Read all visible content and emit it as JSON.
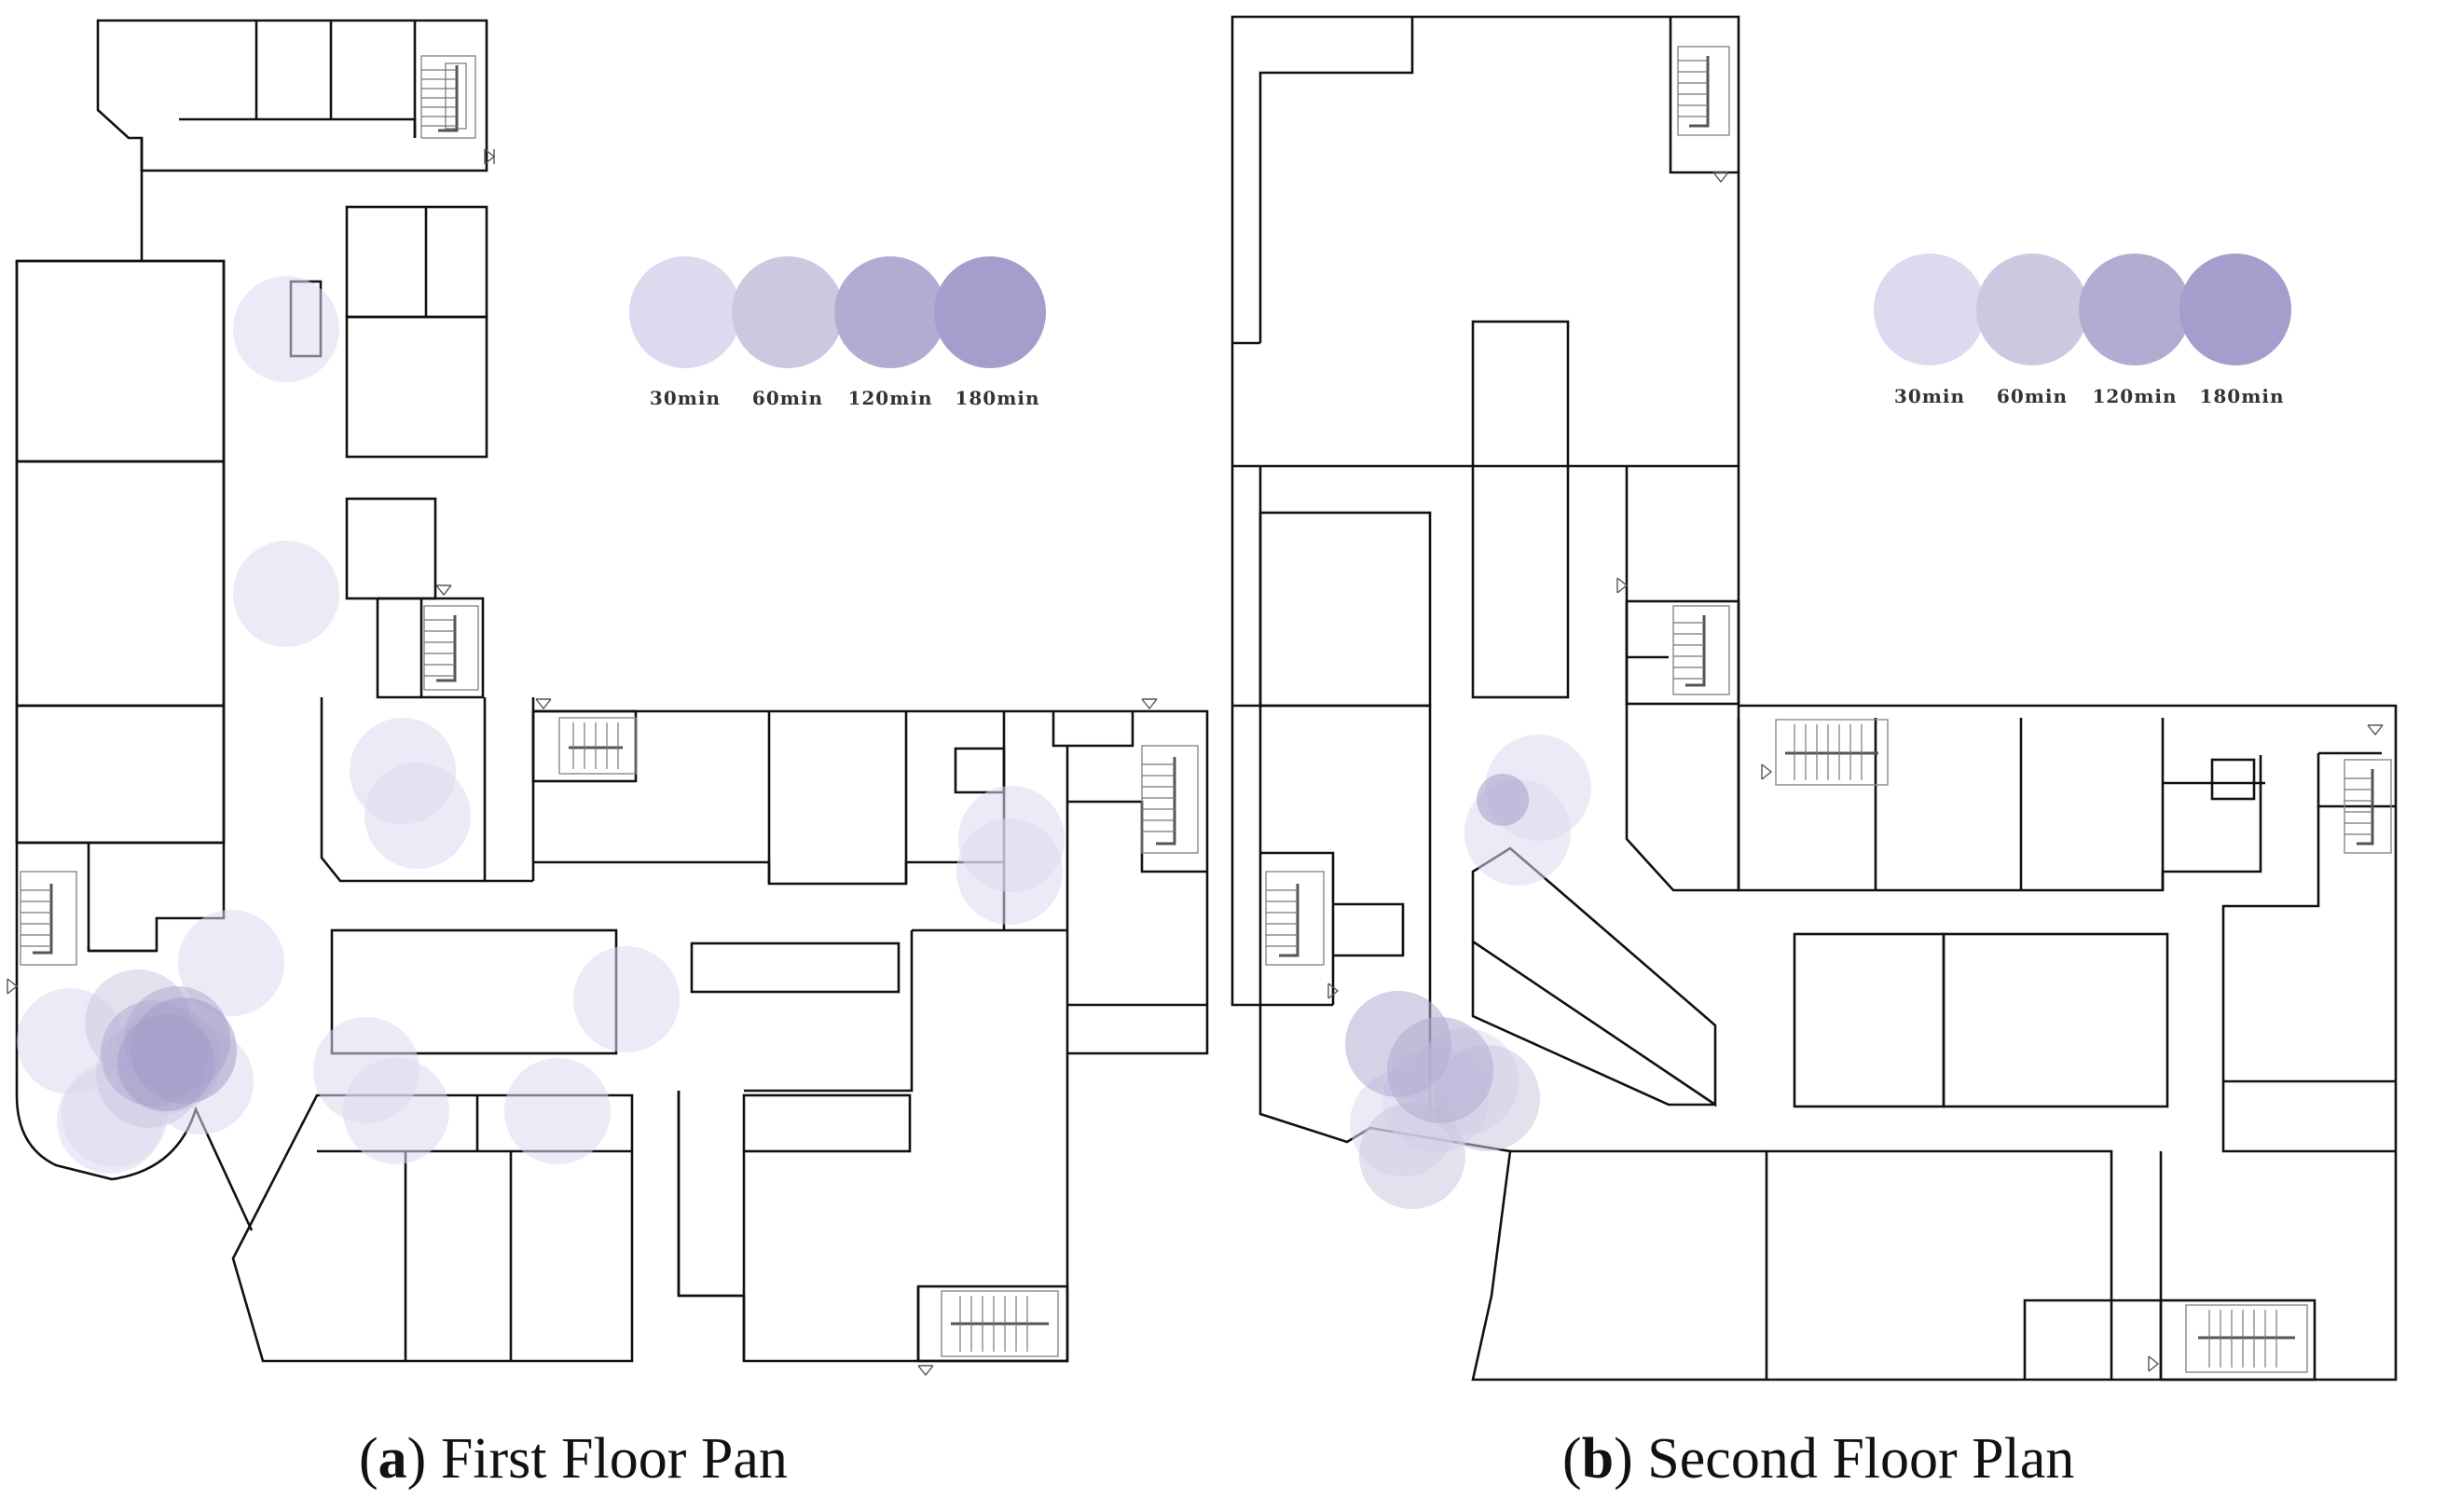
{
  "legend": {
    "colors": [
      "#ddd9ee",
      "#ccc8e0",
      "#b3acd2",
      "#a59dcb"
    ],
    "labels": [
      "30min",
      "60min",
      "120min",
      "180min"
    ]
  },
  "captions": {
    "a_letter": "a",
    "a_text": " First Floor Pan",
    "b_letter": "b",
    "b_text": " Second Floor Plan"
  },
  "dwell_points": {
    "first_floor": [
      {
        "level": 0
      },
      {
        "level": 0
      },
      {
        "level": 0
      },
      {
        "level": 0
      },
      {
        "level": 0
      },
      {
        "level": 0
      },
      {
        "level": 0
      },
      {
        "level": 0
      },
      {
        "level": 0
      },
      {
        "level": 0
      },
      {
        "level": 0
      },
      {
        "level": 0
      },
      {
        "level": 0
      },
      {
        "level": 0
      },
      {
        "level": 0
      },
      {
        "level": 1
      },
      {
        "level": 1
      },
      {
        "level": 1
      },
      {
        "level": 2
      },
      {
        "level": 2
      },
      {
        "level": 3
      },
      {
        "level": 3
      }
    ],
    "second_floor": [
      {
        "level": 0
      },
      {
        "level": 0
      },
      {
        "level": 0
      },
      {
        "level": 0
      },
      {
        "level": 0
      },
      {
        "level": 1
      },
      {
        "level": 1
      },
      {
        "level": 2
      },
      {
        "level": 3
      },
      {
        "level": 2
      }
    ]
  }
}
